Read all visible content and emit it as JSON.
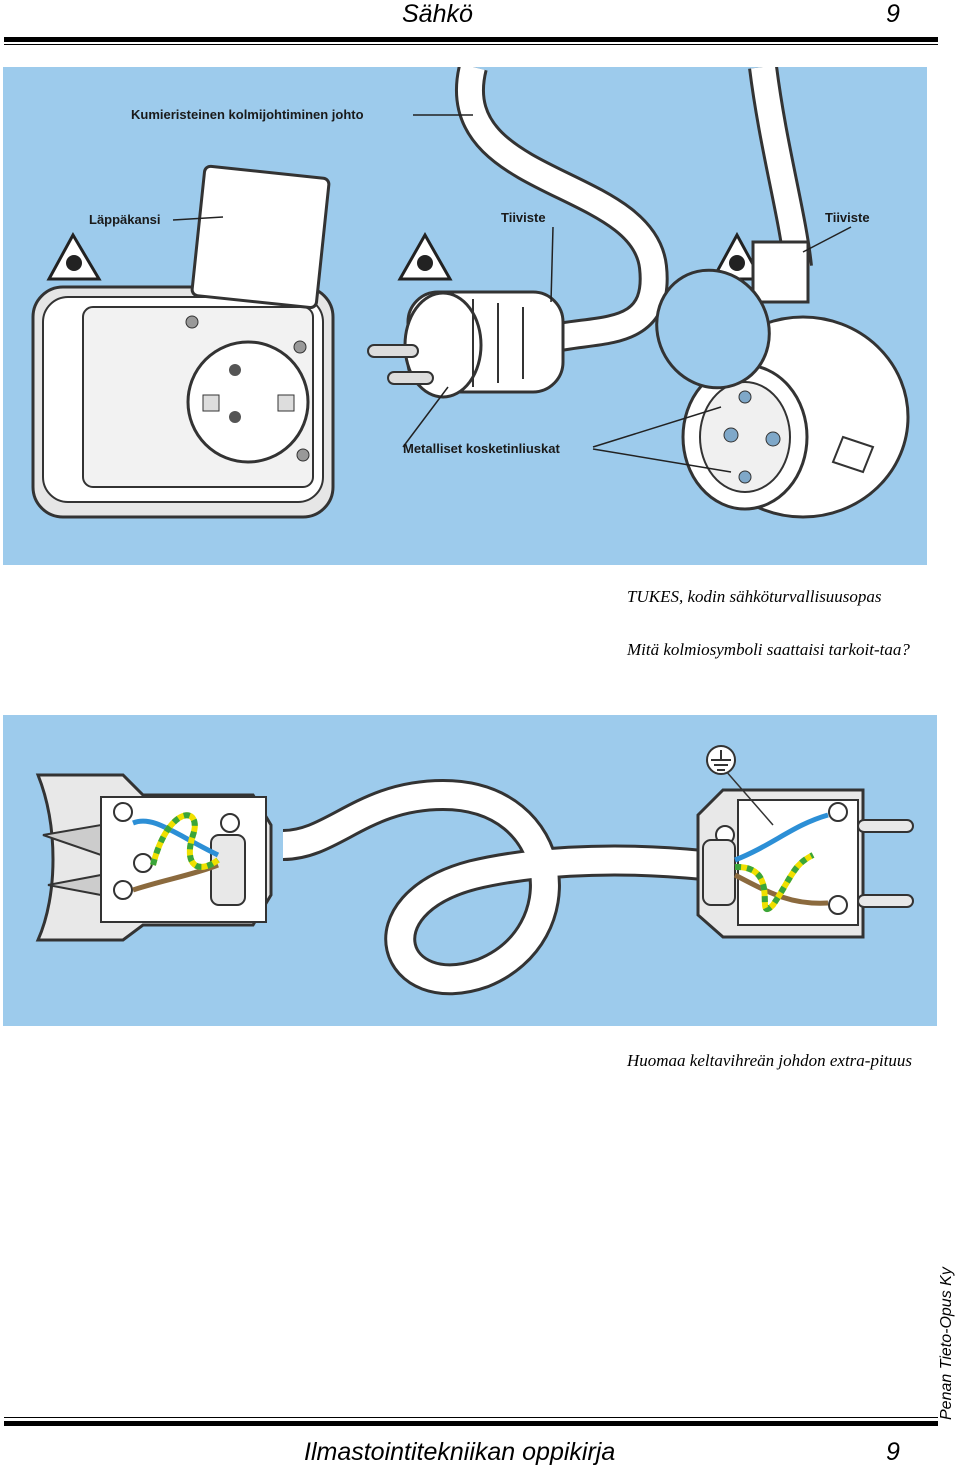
{
  "header": {
    "title": "Sähkö",
    "page": "9"
  },
  "figure1": {
    "labels": {
      "cable": "Kumieristeinen kolmijohtiminen johto",
      "lid": "Läppäkansi",
      "seal_left": "Tiiviste",
      "seal_right": "Tiiviste",
      "contacts": "Metalliset kosketinliuskat"
    }
  },
  "captions": {
    "source": "TUKES, kodin sähköturvallisuusopas",
    "question": "Mitä kolmiosymboli saattaisi tarkoit-taa?",
    "note": "Huomaa keltavihreän johdon extra-pituus"
  },
  "side_credit": "Penan Tieto-Opus Ky",
  "footer": {
    "title": "Ilmastointitekniikan oppikirja",
    "page": "9"
  },
  "colors": {
    "figure_bg": "#9dcbec",
    "wire_blue": "#2c8fd6",
    "wire_brown": "#8b6a3e",
    "wire_yellow": "#f0e000",
    "wire_green": "#3aa53a"
  }
}
